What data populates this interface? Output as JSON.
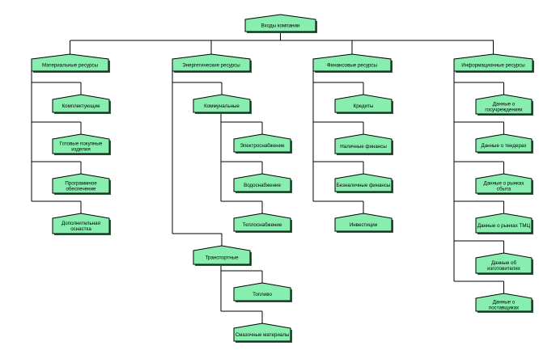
{
  "diagram": {
    "root": "Входы компании",
    "columns": [
      {
        "label": "Материальные ресурсы",
        "children": [
          {
            "label": "Комплектующие"
          },
          {
            "label": "Готовые покупные изделия"
          },
          {
            "label": "Программное обеспечение"
          },
          {
            "label": "Дополнительная оснастка"
          }
        ]
      },
      {
        "label": "Энергетические ресурсы",
        "children": [
          {
            "label": "Коммунальные",
            "children": [
              {
                "label": "Электроснабжение"
              },
              {
                "label": "Водоснабжение"
              },
              {
                "label": "Теплоснабжение"
              }
            ]
          },
          {
            "label": "Транспортные",
            "children": [
              {
                "label": "Топливо"
              },
              {
                "label": "Смазочные материалы"
              }
            ]
          }
        ]
      },
      {
        "label": "Финансовые ресурсы",
        "children": [
          {
            "label": "Кредиты"
          },
          {
            "label": "Наличные финансы"
          },
          {
            "label": "Безналичные финансы"
          },
          {
            "label": "Инвестиции"
          }
        ]
      },
      {
        "label": "Информационные ресурсы",
        "children": [
          {
            "label": "Данные о госучреждениях"
          },
          {
            "label": "Данные о тендерах"
          },
          {
            "label": "Данные о рынках сбыта"
          },
          {
            "label": "Данные о рынках ТМЦ"
          },
          {
            "label": "Данные об изготовителях"
          },
          {
            "label": "Данные о поставщиках"
          }
        ]
      }
    ]
  }
}
